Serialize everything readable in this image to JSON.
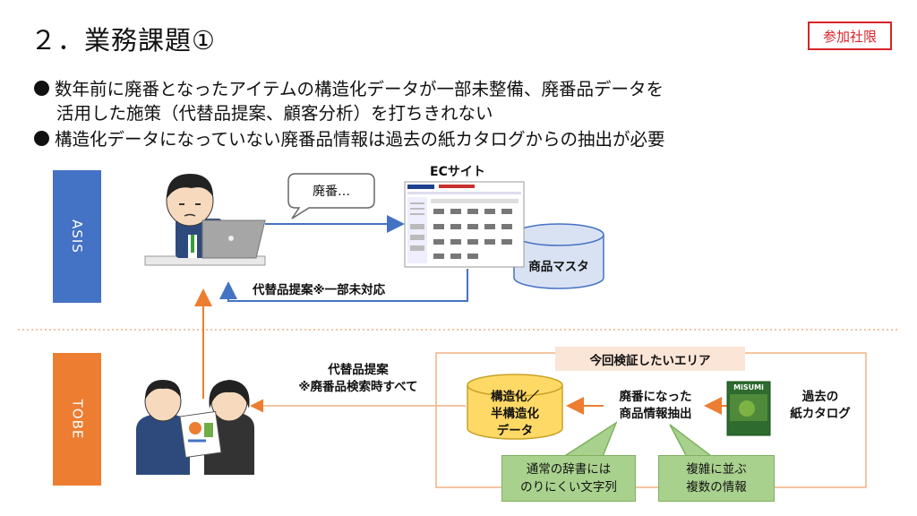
{
  "slide": {
    "title": "２．業務課題①",
    "badge": "参加社限"
  },
  "bullets": [
    {
      "line1": "数年前に廃番となったアイテムの構造化データが一部未整備、廃番品データを",
      "line2": "活用した施策（代替品提案、顧客分析）を打ちきれない"
    },
    {
      "line1": "構造化データになっていない廃番品情報は過去の紙カタログからの抽出が必要"
    }
  ],
  "asis": {
    "side_label": "ASIS",
    "speech": "廃番…",
    "ec_site_label": "ECサイト",
    "db_label": "商品マスタ",
    "return_label": "代替品提案※一部未対応"
  },
  "tobe": {
    "side_label": "TOBE",
    "proposal_line1": "代替品提案",
    "proposal_line2": "※廃番品検索時すべて",
    "area_label": "今回検証したいエリア",
    "db_line1": "構造化／",
    "db_line2": "半構造化",
    "db_line3": "データ",
    "extract_line1": "廃番になった",
    "extract_line2": "商品情報抽出",
    "catalog_line1": "過去の",
    "catalog_line2": "紙カタログ",
    "catalog_logo": "MiSUMi",
    "note1_line1": "通常の辞書には",
    "note1_line2": "のりにくい文字列",
    "note2_line1": "複雑に並ぶ",
    "note2_line2": "複数の情報"
  },
  "colors": {
    "asis": "#4472c4",
    "tobe": "#ed7d31",
    "db_blue": "#d9e2f3",
    "db_yellow": "#ffd966",
    "arrow_blue": "#4472c4",
    "arrow_orange": "#ed7d31",
    "note_green": "#a9d18e"
  }
}
